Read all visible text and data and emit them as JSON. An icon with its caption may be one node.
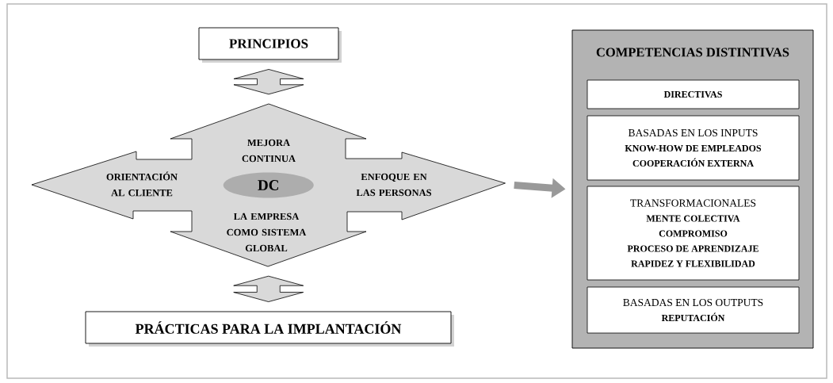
{
  "diagram": {
    "nodes": [
      {
        "text": [
          "PRINCIPIOS"
        ]
      },
      {
        "text": [
          "MEJORA CONTINUA",
          "ORIENTACIÓN AL CLIENTE",
          "ENFOQUE EN LAS PERSONAS",
          "LA EMPRESA COMO SISTEMA GLOBAL"
        ]
      },
      {
        "text": [
          "DC"
        ],
        "in": 1
      },
      {
        "text": [
          "PRÁCTICAS PARA LA IMPLANTACIÓN"
        ]
      },
      {
        "text": [
          "COMPETENCIAS DISTINTIVAS"
        ]
      },
      {
        "text": [
          "DIRECTIVAS"
        ],
        "in": 4
      },
      {
        "text": [
          "BASADAS EN LOS INPUTS",
          "KNOW-HOW DE EMPLEADOS",
          "COOPERACIÓN EXTERNA"
        ],
        "in": 4
      },
      {
        "text": [
          "TRANSFORMACIONALES",
          "MENTE COLECTIVA",
          "COMPROMISO",
          "PROCESO DE APRENDIZAJE",
          "RAPIDEZ Y FLEXIBILIDAD"
        ],
        "in": 4
      },
      {
        "text": [
          "BASADAS EN LOS OUTPUTS",
          "REPUTACIÓN"
        ],
        "in": 4
      }
    ],
    "edges": [
      {
        "from": 0,
        "to": 1,
        "arrow": "both"
      },
      {
        "from": 1,
        "to": 3,
        "arrow": "both"
      },
      {
        "from": 1,
        "to": 4,
        "arrow": "to",
        "color": "#999999"
      }
    ]
  }
}
